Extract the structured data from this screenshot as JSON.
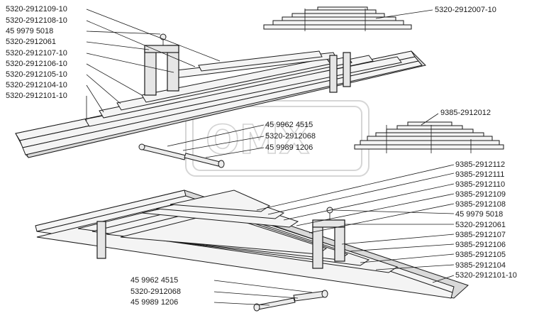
{
  "watermark": {
    "text": "OMX"
  },
  "top_assembly": {
    "labels": [
      "5320-2912109-10",
      "5320-2912108-10",
      "45 9979 5018",
      "5320-2912061",
      "5320-2912107-10",
      "5320-2912106-10",
      "5320-2912105-10",
      "5320-2912104-10",
      "5320-2912101-10"
    ],
    "inset_label": "5320-2912007-10",
    "pin_labels": [
      "45 9962 4515",
      "5320-2912068",
      "45 9989 1206"
    ]
  },
  "bottom_assembly": {
    "inset_label": "9385-2912012",
    "labels": [
      "9385-2912112",
      "9385-2912111",
      "9385-2912110",
      "9385-2912109",
      "9385-2912108",
      "45 9979 5018",
      "5320-2912061",
      "9385-2912107",
      "9385-2912106",
      "9385-2912105",
      "9385-2912104",
      "5320-2912101-10"
    ],
    "pin_labels": [
      "45 9962 4515",
      "5320-2912068",
      "45 9989 1206"
    ]
  }
}
